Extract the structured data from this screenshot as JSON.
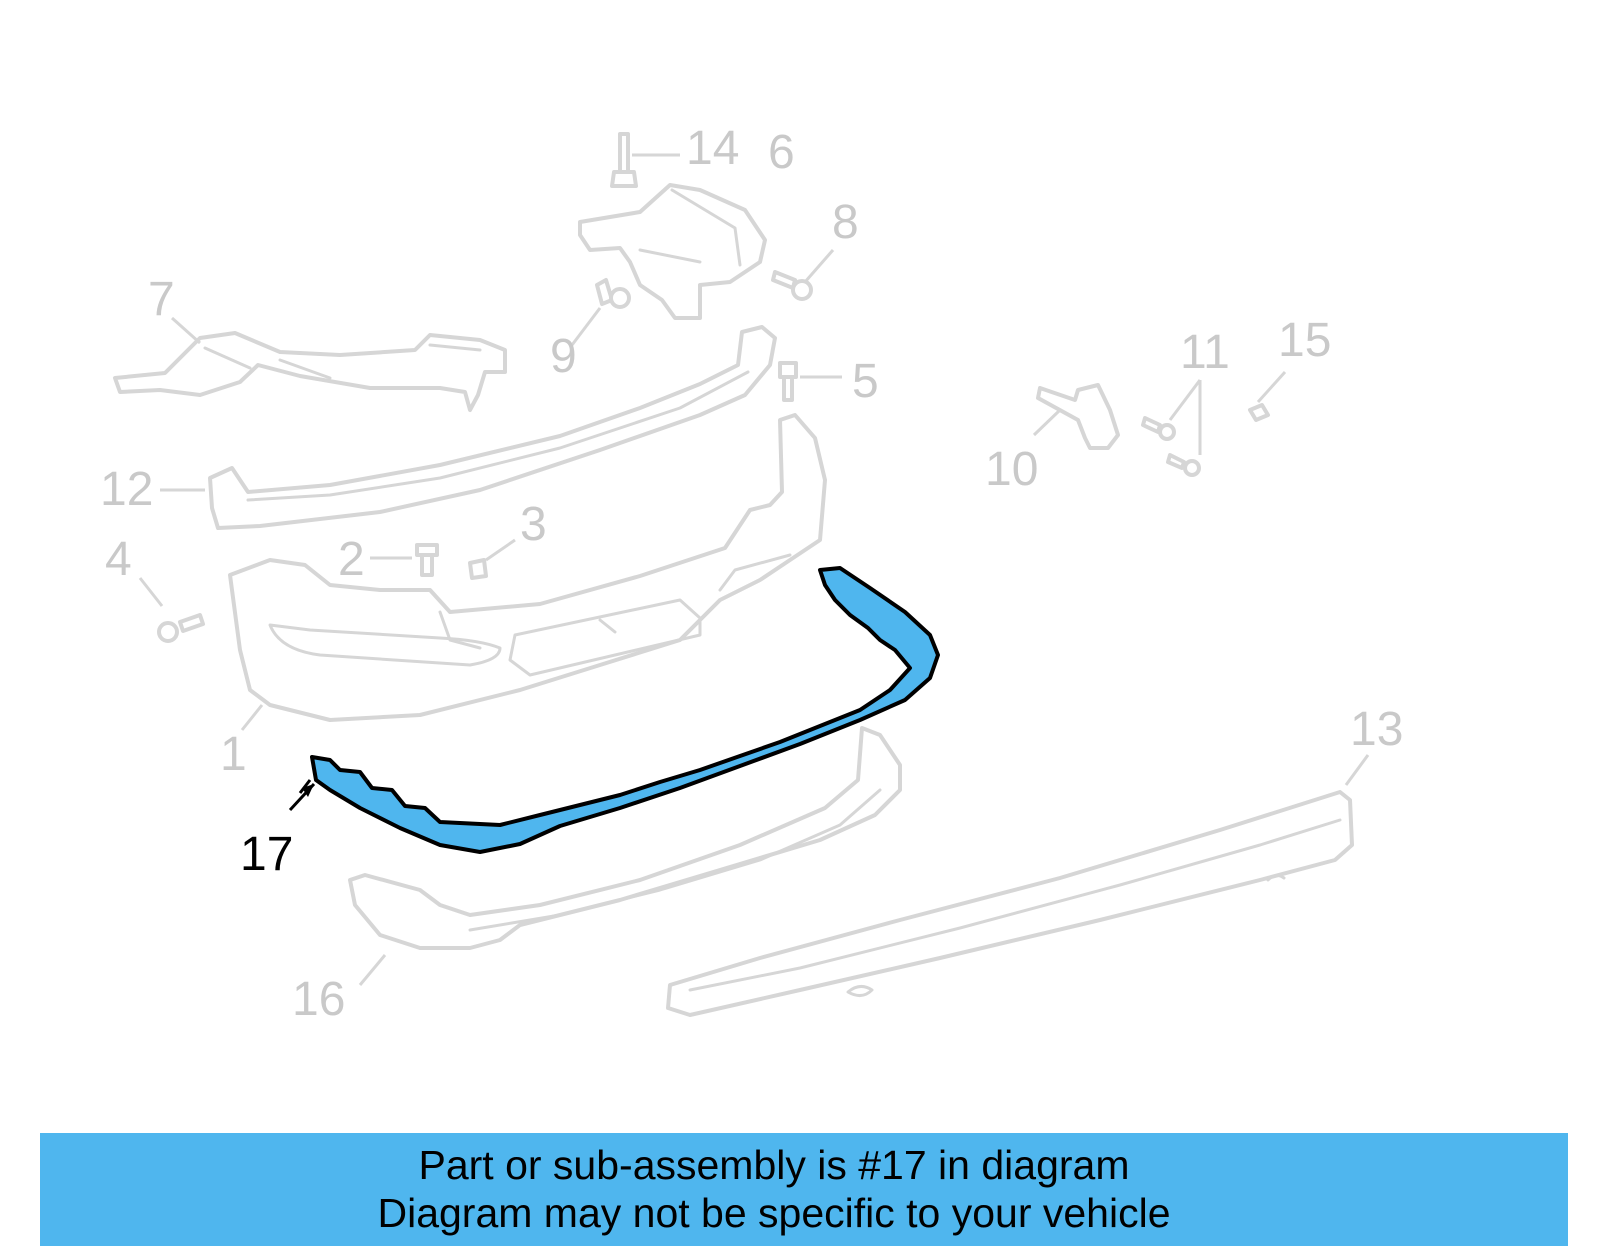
{
  "diagram": {
    "highlighted_part": "17",
    "highlight_color": "#4fb6ee",
    "callout_color": "#c9c9c9",
    "callouts": {
      "c1": "1",
      "c2": "2",
      "c3": "3",
      "c4": "4",
      "c5": "5",
      "c6": "6",
      "c7": "7",
      "c8": "8",
      "c9": "9",
      "c10": "10",
      "c11": "11",
      "c12": "12",
      "c13": "13",
      "c14": "14",
      "c15": "15",
      "c16": "16",
      "c17": "17"
    }
  },
  "banner": {
    "line1": "Part or sub-assembly is #17 in diagram",
    "line2": "Diagram may not be specific to your vehicle",
    "background": "#4fb6ee"
  }
}
